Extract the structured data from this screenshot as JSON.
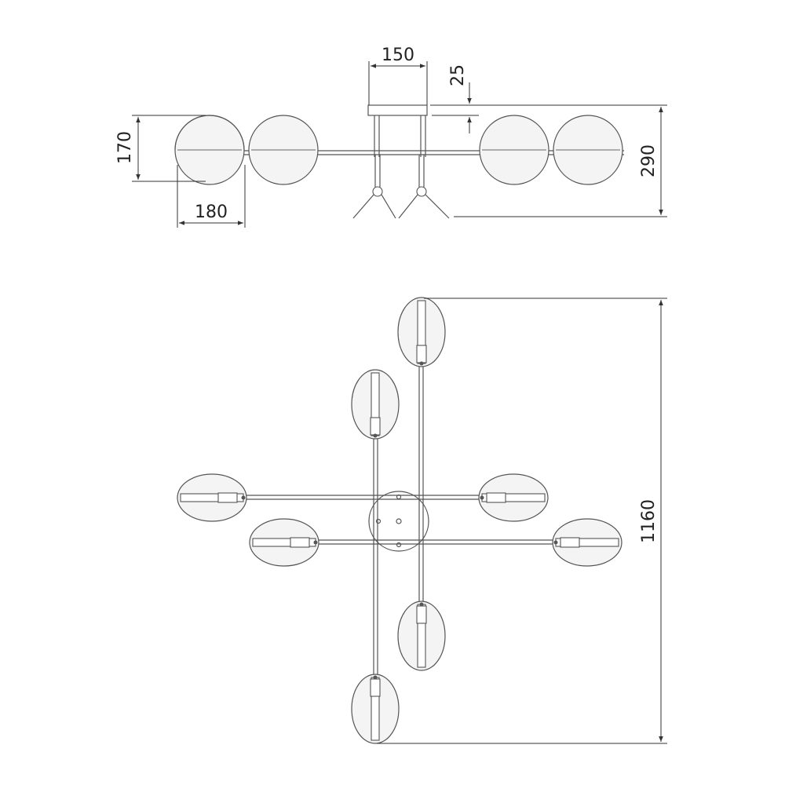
{
  "dimensions": {
    "canopy_width": "150",
    "canopy_height": "25",
    "total_height": "290",
    "shade_height": "170",
    "shade_width": "180",
    "overall_length": "1160"
  },
  "colors": {
    "line": "#555555",
    "dimension": "#333333",
    "background": "#ffffff"
  }
}
